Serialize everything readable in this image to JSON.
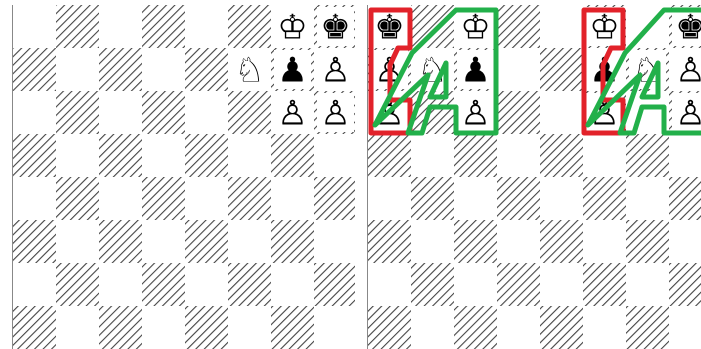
{
  "colors": {
    "dark_square_hatch": "#444444",
    "light_square": "#ffffff",
    "overlay_red": "#e2222a",
    "overlay_green": "#22b04a"
  },
  "boards": [
    {
      "id": "left",
      "annotated": false,
      "pieces": [
        {
          "square": "g8",
          "glyph": "♔",
          "name": "white-king"
        },
        {
          "square": "h8",
          "glyph": "♚",
          "name": "black-king"
        },
        {
          "square": "g7",
          "glyph": "♟",
          "name": "black-pawn"
        },
        {
          "square": "g6",
          "glyph": "♙",
          "name": "white-pawn"
        },
        {
          "square": "h7",
          "glyph": "♙",
          "name": "white-pawn"
        },
        {
          "square": "h6",
          "glyph": "♙",
          "name": "white-pawn"
        },
        {
          "square": "f7",
          "glyph": "♘",
          "name": "white-knight"
        }
      ]
    },
    {
      "id": "right",
      "annotated": true,
      "pieces": [
        {
          "square": "a8",
          "glyph": "♚",
          "name": "black-king"
        },
        {
          "square": "c8",
          "glyph": "♔",
          "name": "white-king"
        },
        {
          "square": "a7",
          "glyph": "♙",
          "name": "white-pawn"
        },
        {
          "square": "a6",
          "glyph": "♙",
          "name": "white-pawn"
        },
        {
          "square": "b7",
          "glyph": "♘",
          "name": "white-knight"
        },
        {
          "square": "c7",
          "glyph": "♟",
          "name": "black-pawn"
        },
        {
          "square": "c6",
          "glyph": "♙",
          "name": "white-pawn"
        },
        {
          "square": "f8",
          "glyph": "♔",
          "name": "white-king"
        },
        {
          "square": "h8",
          "glyph": "♚",
          "name": "black-king"
        },
        {
          "square": "f7",
          "glyph": "♟",
          "name": "black-pawn"
        },
        {
          "square": "f6",
          "glyph": "♙",
          "name": "white-pawn"
        },
        {
          "square": "g7",
          "glyph": "♘",
          "name": "white-knight"
        },
        {
          "square": "h7",
          "glyph": "♙",
          "name": "white-pawn"
        },
        {
          "square": "h6",
          "glyph": "♙",
          "name": "white-pawn"
        }
      ]
    }
  ]
}
